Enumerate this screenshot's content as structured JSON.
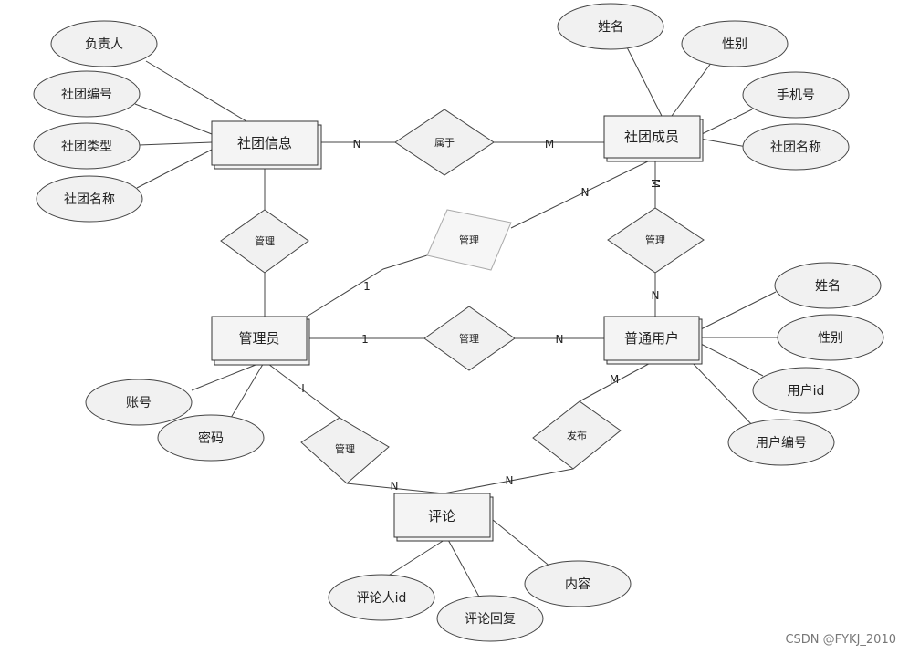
{
  "entities": {
    "club_info": "社团信息",
    "club_member": "社团成员",
    "admin": "管理员",
    "normal_user": "普通用户",
    "comment": "评论"
  },
  "relationships": {
    "belongs": "属于",
    "manage_club": "管理",
    "manage_member": "管理",
    "manage_user": "管理",
    "manage_user_member": "管理",
    "manage_comment": "管理",
    "publish": "发布"
  },
  "attributes": {
    "club_info": [
      "负责人",
      "社团编号",
      "社团类型",
      "社团名称"
    ],
    "club_member": [
      "姓名",
      "性别",
      "手机号",
      "社团名称"
    ],
    "normal_user": [
      "姓名",
      "性别",
      "用户id",
      "用户编号"
    ],
    "admin": [
      "账号",
      "密码"
    ],
    "comment": [
      "评论人id",
      "评论回复",
      "内容"
    ]
  },
  "cardinalities": {
    "club_belongs_left": "N",
    "club_belongs_right": "M",
    "admin_member_admin": "1",
    "admin_member_member": "N",
    "member_user_top": "M",
    "member_user_bottom": "N",
    "admin_user_left": "1",
    "admin_user_right": "N",
    "admin_comment_top": "I",
    "admin_comment_bottom": "N",
    "user_comment_top": "M",
    "user_comment_bottom": "N"
  },
  "watermark": "CSDN @FYKJ_2010"
}
